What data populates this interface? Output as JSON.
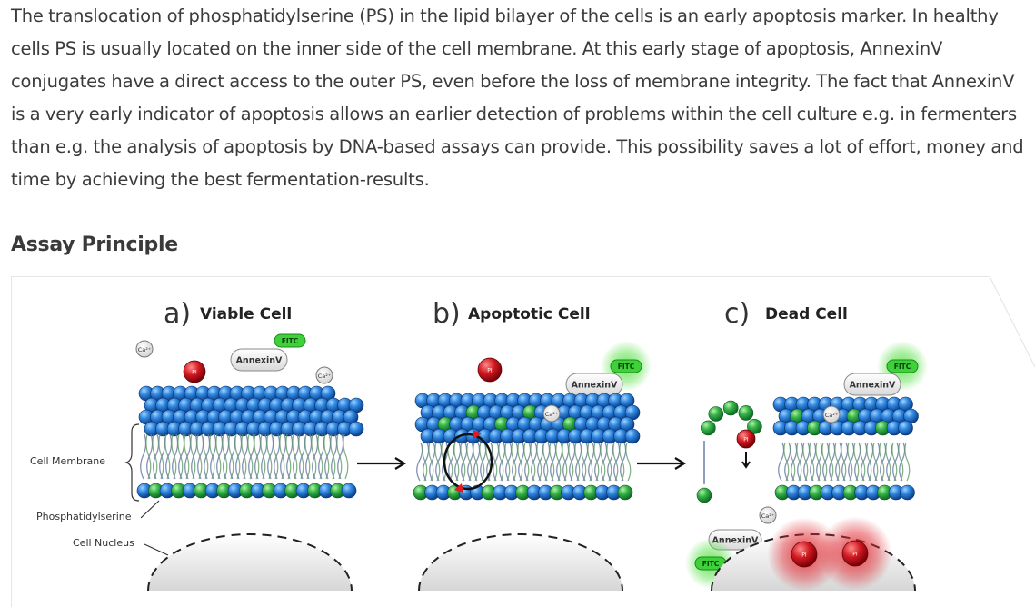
{
  "intro": {
    "lines": [
      "The translocation of phosphatidylserine (PS) in the lipid bilayer of the cells is an early apoptosis marker. In healthy",
      "cells PS is usually located on the inner side of the cell membrane. At this early stage of apoptosis, AnnexinV",
      "conjugates have a direct access to the outer PS, even before the loss of membrane integrity. The fact that AnnexinV",
      "is a very early indicator of apoptosis allows an earlier detection of problems within the cell culture e.g. in fermenters",
      "than e.g. the analysis of apoptosis by DNA-based assays can provide. This possibility saves a lot of effort, money and",
      "time by achieving the best fermentation-results."
    ]
  },
  "section": {
    "title": "Assay Principle"
  },
  "figure": {
    "panels": [
      {
        "letter": "a)",
        "title": "Viable Cell"
      },
      {
        "letter": "b)",
        "title": "Apoptotic Cell"
      },
      {
        "letter": "c)",
        "title": "Dead Cell"
      }
    ],
    "labels": {
      "membrane": "Cell Membrane",
      "ps": "Phosphatidylserine",
      "nucleus": "Cell Nucleus",
      "annexin": "AnnexinV",
      "fitc": "FITC",
      "ca": "Ca²⁺",
      "pi": "PI"
    },
    "colors": {
      "blue": "#1f6fc8",
      "green": "#2fa84a",
      "pi_red": "#c8141e",
      "fitc_green": "#3fd13a"
    }
  }
}
